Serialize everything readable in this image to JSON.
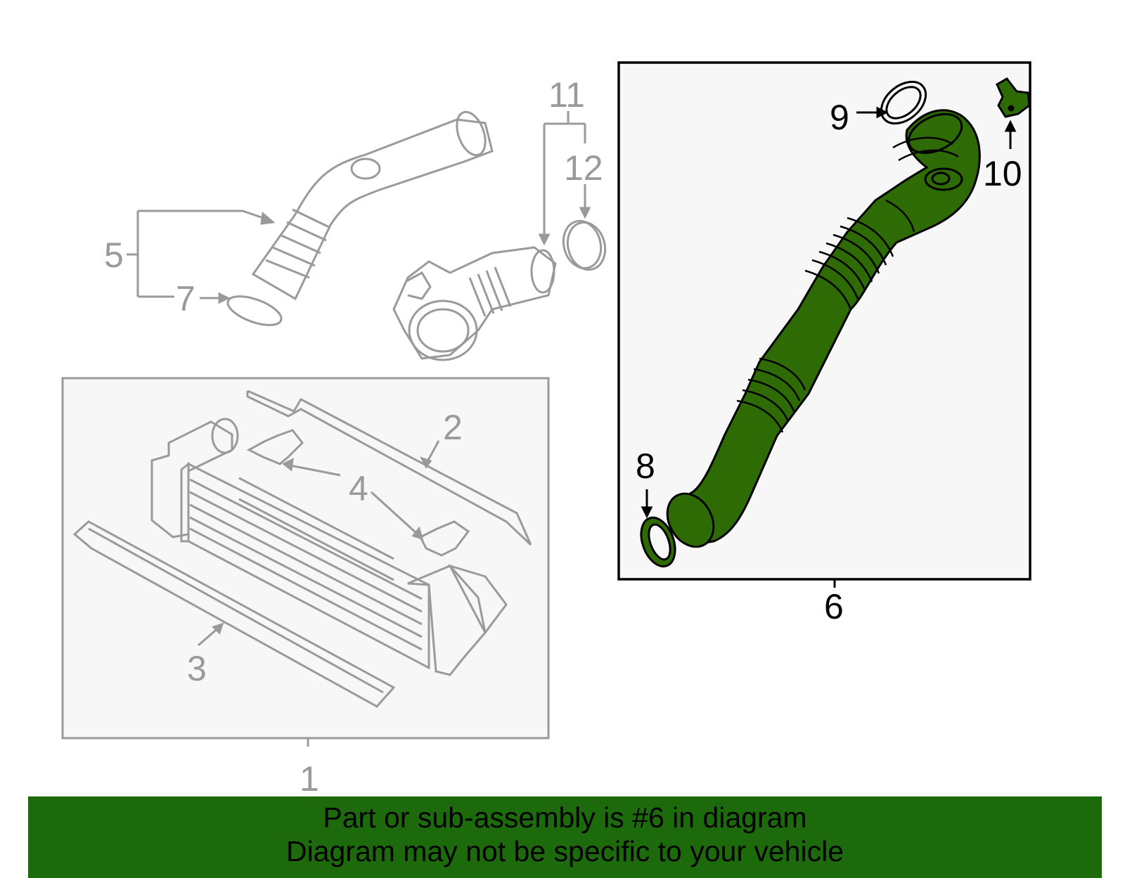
{
  "callouts": {
    "c1": "1",
    "c2": "2",
    "c3": "3",
    "c4": "4",
    "c5": "5",
    "c6": "6",
    "c7": "7",
    "c8": "8",
    "c9": "9",
    "c10": "10",
    "c11": "11",
    "c12": "12"
  },
  "banner": {
    "line1": "Part or sub-assembly is #6 in diagram",
    "line2": "Diagram may not be specific to your vehicle"
  },
  "colors": {
    "highlight_fill": "#1d6a0c",
    "part_fill": "#2e6b05",
    "ghost_stroke": "#9a9a9a",
    "box_fill": "#f7f7f7"
  }
}
